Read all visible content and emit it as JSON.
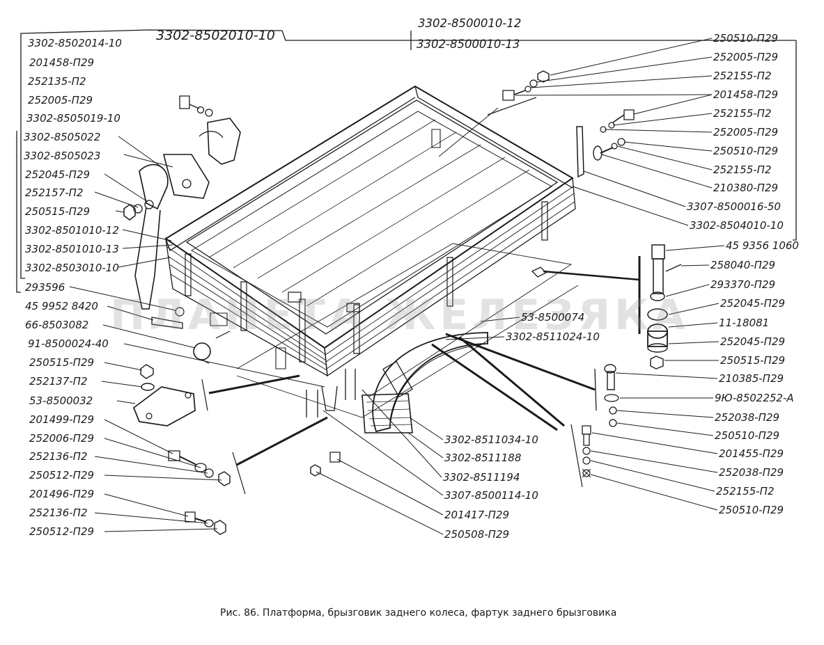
{
  "caption": "Рис. 86. Платформа, брызговик заднего колеса, фартук заднего брызговика",
  "watermark": "ПЛАНЕТА ЖЕЛЕЗЯКА",
  "labels": {
    "top_center_1": "3302-8500010-12",
    "top_center_2": "3302-8500010-13",
    "top_left_box": "3302-8502010-10",
    "l1": "3302-8502014-10",
    "l2": "201458-П29",
    "l3": "252135-П2",
    "l4": "252005-П29",
    "l5": "3302-8505019-10",
    "l6": "3302-8505022",
    "l7": "3302-8505023",
    "l8": "252045-П29",
    "l9": "252157-П2",
    "l10": "250515-П29",
    "l11": "3302-8501010-12",
    "l12": "3302-8501010-13",
    "l13": "3302-8503010-10",
    "l14": "293596",
    "l15": "45 9952 8420",
    "l16": "66-8503082",
    "l17": "91-8500024-40",
    "l18": "250515-П29",
    "l19": "252137-П2",
    "l20": "53-8500032",
    "l21": "201499-П29",
    "l22": "252006-П29",
    "l23": "252136-П2",
    "l24": "250512-П29",
    "l25": "201496-П29",
    "l26": "252136-П2",
    "l27": "250512-П29",
    "r1": "250510-П29",
    "r2": "252005-П29",
    "r3": "252155-П2",
    "r4": "201458-П29",
    "r5": "252155-П2",
    "r6": "252005-П29",
    "r7": "250510-П29",
    "r8": "252155-П2",
    "r9": "210380-П29",
    "r10": "3307-8500016-50",
    "r11": "3302-8504010-10",
    "r12": "45 9356 1060",
    "r13": "258040-П29",
    "r14": "293370-П29",
    "r15": "252045-П29",
    "r16": "11-18081",
    "r17": "252045-П29",
    "r18": "250515-П29",
    "r19": "210385-П29",
    "r20": "9Ю-8502252-А",
    "r21": "252038-П29",
    "r22": "250510-П29",
    "r23": "201455-П29",
    "r24": "252038-П29",
    "r25": "252155-П2",
    "r26": "250510-П29",
    "m1": "53-8500074",
    "m2": "3302-8511024-10",
    "b1": "3302-8511034-10",
    "b2": "3302-8511188",
    "b3": "3302-8511194",
    "b4": "3307-8500114-10",
    "b5": "201417-П29",
    "b6": "250508-П29"
  }
}
